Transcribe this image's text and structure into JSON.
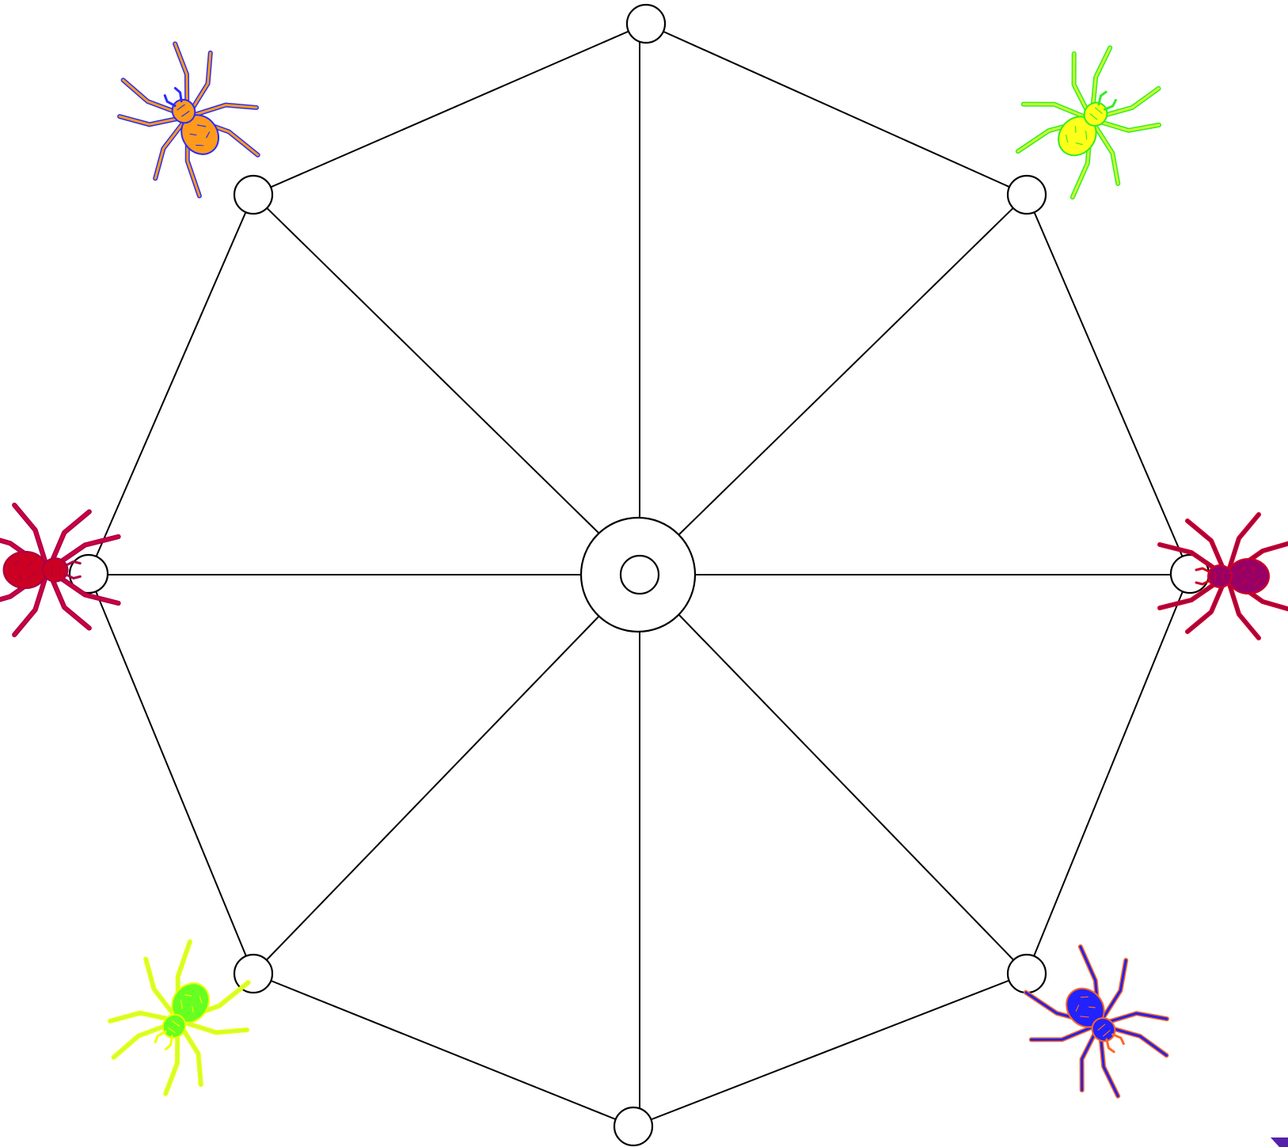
{
  "board": {
    "outer_node_count": 8,
    "center_node_count": 1,
    "line_color": "#000000",
    "node_fill": "#ffffff"
  },
  "spiders": [
    {
      "name": "spider-orange",
      "body": "#ff9a1a",
      "outline": "#2b2bff",
      "legs": "#ff9a1a"
    },
    {
      "name": "spider-yellow",
      "body": "#ffff1a",
      "outline": "#33ee22",
      "legs": "#ccff33"
    },
    {
      "name": "spider-red",
      "body": "#cc0022",
      "outline": "#aa0044",
      "legs": "#cc0044"
    },
    {
      "name": "spider-purple",
      "body": "#990066",
      "outline": "#cc0022",
      "legs": "#aa0044"
    },
    {
      "name": "spider-green",
      "body": "#66ff22",
      "outline": "#eeff00",
      "legs": "#ccff33"
    },
    {
      "name": "spider-blue",
      "body": "#2222ff",
      "outline": "#ff6622",
      "legs": "#2222ee"
    }
  ],
  "corner_marker": {
    "color": "#5522aa"
  }
}
